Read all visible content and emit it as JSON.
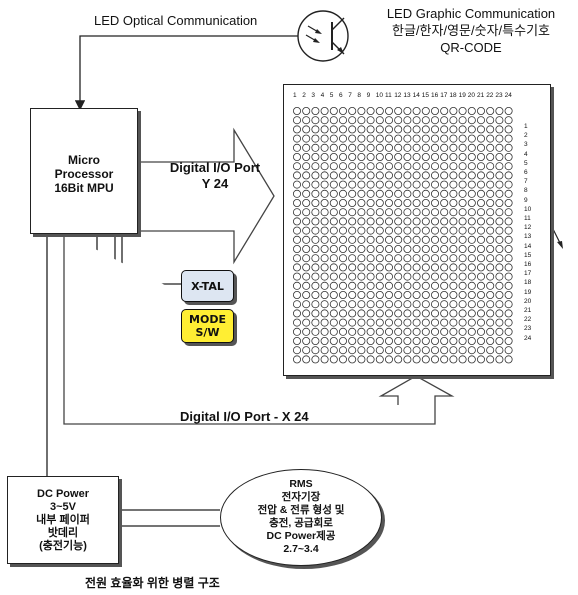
{
  "top": {
    "led_optical": "LED Optical Communication",
    "led_graphic_line1": "LED Graphic Communication",
    "led_graphic_line2": "한글/한자/영문/숫자/특수기호",
    "led_graphic_line3": "QR-CODE"
  },
  "mpu": {
    "line1": "Micro",
    "line2": "Processor",
    "line3": "16Bit MPU"
  },
  "port_y": {
    "line1": "Digital  I/O Port",
    "line2": "Y 24"
  },
  "port_x": {
    "label": "Digital I/O Port - X 24"
  },
  "xtal": {
    "label": "X-TAL",
    "color": "#dde6f2"
  },
  "mode": {
    "line1": "MODE",
    "line2": "S/W",
    "color": "#ffee33"
  },
  "matrix": {
    "cols": [
      "1",
      "2",
      "3",
      "4",
      "5",
      "6",
      "7",
      "8",
      "9",
      "10",
      "11",
      "12",
      "13",
      "14",
      "15",
      "16",
      "17",
      "18",
      "19",
      "20",
      "21",
      "22",
      "23",
      "24"
    ],
    "rows": [
      "1",
      "2",
      "3",
      "4",
      "5",
      "6",
      "7",
      "8",
      "9",
      "10",
      "11",
      "12",
      "13",
      "14",
      "15",
      "16",
      "17",
      "18",
      "19",
      "20",
      "21",
      "22",
      "23",
      "24"
    ]
  },
  "dc_power": {
    "line1": "DC Power",
    "line2": "3~5V",
    "line3": "내부 페이퍼",
    "line4": "밧데리",
    "line5": "(충전기능)"
  },
  "rms": {
    "line1": "RMS",
    "line2": "전자기장",
    "line3": "전압 & 전류 형성 및",
    "line4": "충전, 공급회로",
    "line5": "DC Power제공",
    "line6": "2.7~3.4"
  },
  "caption": "전원 효율화 위한 병렬 구조"
}
